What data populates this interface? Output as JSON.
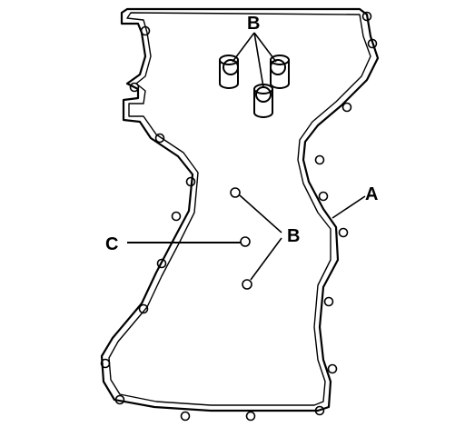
{
  "diagram": {
    "labels": {
      "a": "A",
      "b_top": "B",
      "b_mid": "B",
      "c": "C"
    }
  }
}
